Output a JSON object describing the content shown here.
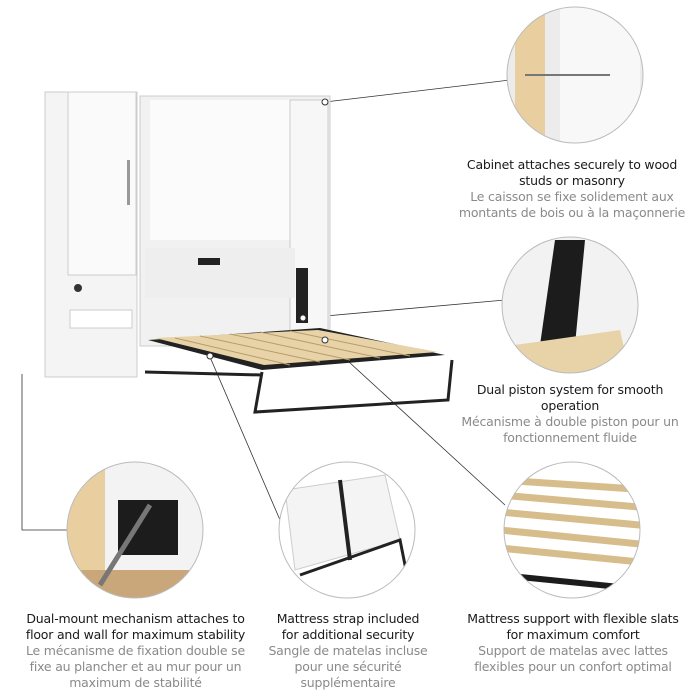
{
  "features": [
    {
      "en": "Cabinet attaches securely to wood studs or masonry",
      "fr": "Le caisson se fixe solidement aux montants de bois ou à la maçonnerie"
    },
    {
      "en": "Dual piston system for smooth operation",
      "fr": "Mécanisme à double piston pour un fonctionnement fluide"
    },
    {
      "en": "Dual-mount mechanism attaches to floor and wall for maximum stability",
      "fr": "Le mécanisme de fixation double se fixe au plancher et au mur pour un maximum de stabilité"
    },
    {
      "en": "Mattress strap included for additional security",
      "fr": "Sangle de matelas incluse pour une sécurité supplémentaire"
    },
    {
      "en": "Mattress support with flexible slats for maximum comfort",
      "fr": "Support de matelas avec lattes flexibles pour un confort optimal"
    }
  ],
  "colors": {
    "cabinet": "#f4f4f4",
    "frame": "#1c1c1c",
    "slat": "#e8d3a8",
    "wood": "#e9cfa0"
  }
}
